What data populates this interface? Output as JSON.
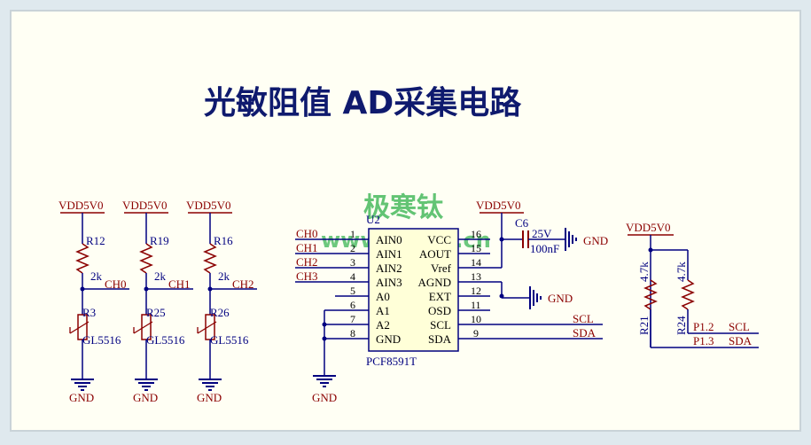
{
  "title": "光敏阻值 AD采集电路",
  "watermark": {
    "brand": "极寒钛",
    "url": "www.jh-tec.cn"
  },
  "colors": {
    "wire": "#000080",
    "net": "#8b0000",
    "text": "#000080",
    "ic_fill": "#ffffd8",
    "bg": "#fffff4",
    "watermark": "#2fb04a"
  },
  "sensors": [
    {
      "power": "VDD5V0",
      "resistor": "R12",
      "value": "2k",
      "net": "CH0",
      "ldr": "R3",
      "ldr_part": "GL5516",
      "ground": "GND"
    },
    {
      "power": "VDD5V0",
      "resistor": "R19",
      "value": "2k",
      "net": "CH1",
      "ldr": "R25",
      "ldr_part": "GL5516",
      "ground": "GND"
    },
    {
      "power": "VDD5V0",
      "resistor": "R16",
      "value": "2k",
      "net": "CH2",
      "ldr": "R26",
      "ldr_part": "GL5516",
      "ground": "GND"
    }
  ],
  "adc": {
    "ref": "U2",
    "part": "PCF8591T",
    "left_pins": [
      {
        "num": "1",
        "name": "AIN0",
        "net": "CH0"
      },
      {
        "num": "2",
        "name": "AIN1",
        "net": "CH1"
      },
      {
        "num": "3",
        "name": "AIN2",
        "net": "CH2"
      },
      {
        "num": "4",
        "name": "AIN3",
        "net": "CH3"
      },
      {
        "num": "5",
        "name": "A0",
        "net": ""
      },
      {
        "num": "6",
        "name": "A1",
        "net": ""
      },
      {
        "num": "7",
        "name": "A2",
        "net": ""
      },
      {
        "num": "8",
        "name": "GND",
        "net": ""
      }
    ],
    "right_pins": [
      {
        "num": "16",
        "name": "VCC",
        "net": ""
      },
      {
        "num": "15",
        "name": "AOUT",
        "net": ""
      },
      {
        "num": "14",
        "name": "Vref",
        "net": ""
      },
      {
        "num": "13",
        "name": "AGND",
        "net": ""
      },
      {
        "num": "12",
        "name": "EXT",
        "net": ""
      },
      {
        "num": "11",
        "name": "OSD",
        "net": ""
      },
      {
        "num": "10",
        "name": "SCL",
        "net": "SCL"
      },
      {
        "num": "9",
        "name": "SDA",
        "net": "SDA"
      }
    ],
    "power": "VDD5V0",
    "ground_left": "GND",
    "ground_agnd": "GND"
  },
  "capacitor": {
    "ref": "C6",
    "voltage": "25V",
    "value": "100nF",
    "ground": "GND"
  },
  "pullups": {
    "power": "VDD5V0",
    "r1": {
      "ref": "R21",
      "value": "4.7k"
    },
    "r2": {
      "ref": "R24",
      "value": "4.7k"
    },
    "lines": [
      {
        "port": "P1.2",
        "net": "SCL"
      },
      {
        "port": "P1.3",
        "net": "SDA"
      }
    ]
  }
}
